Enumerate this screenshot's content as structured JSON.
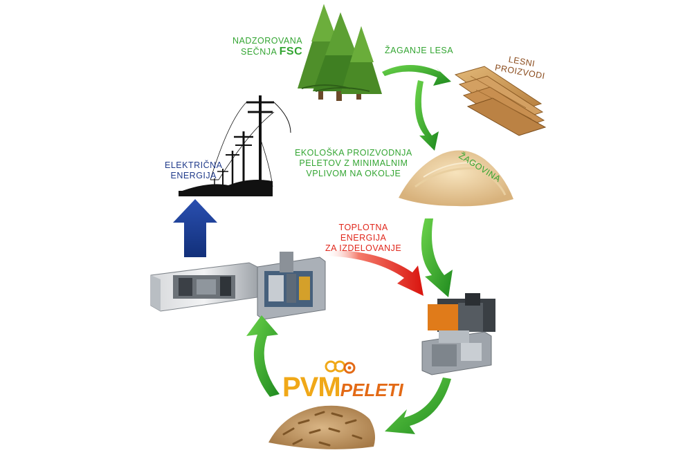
{
  "labels": {
    "fsc_line1": "NADZOROVANA",
    "fsc_line2": "SEČNJA",
    "fsc_brand": "FSC",
    "sawing": "ŽAGANJE LESA",
    "wood_products_line1": "LESNI",
    "wood_products_line2": "PROIZVODI",
    "eco_line1": "EKOLOŠKA PROIZVODNJA",
    "eco_line2": "PELETOV Z MINIMALNIM",
    "eco_line3": "VPLIVOM NA OKOLJE",
    "sawdust": "ŽAGOVINA",
    "heat_line1": "TOPLOTNA",
    "heat_line2": "ENERGIJA",
    "heat_line3": "ZA IZDELOVANJE",
    "electric_line1": "ELEKTRIČNA",
    "electric_line2": "ENERGIJA"
  },
  "logo": {
    "part1": "PVM",
    "part2": "PELETI",
    "primary_color": "#f0a818",
    "secondary_color": "#e36a16"
  },
  "colors": {
    "flow_arrow": "#2e9e2a",
    "heat_arrow": "#e0261b",
    "energy_arrow": "#1a3a8c",
    "green_text": "#33a532",
    "brown_text": "#8a4b1c"
  }
}
